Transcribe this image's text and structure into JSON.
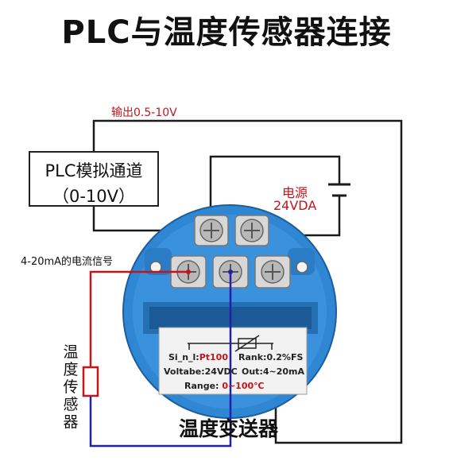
{
  "title": "PLC与温度传感器连接",
  "plc_box": {
    "line1": "PLC模拟通道",
    "line2": "（0-10V）"
  },
  "output_label": "输出0.5-10V",
  "power": {
    "label": "电源",
    "voltage": "24VDA"
  },
  "current_label": "4-20mA的电流信号",
  "sensor_label": [
    "温",
    "度",
    "传",
    "感",
    "器"
  ],
  "device_label": "温度变送器",
  "nameplate": {
    "signal_key": "Si_n_l:",
    "signal_val": "Pt100",
    "rank": "Rank:0.2%FS",
    "voltage_key": "Voltabe:24VDC",
    "out": "Out:4~20mA",
    "range_key": "Range:",
    "range_val": "0~100℃"
  },
  "colors": {
    "red_wire": "#c2151c",
    "blue_wire": "#2121a8",
    "housing": "#2f86d3",
    "black_wire": "#1a1a1a"
  }
}
